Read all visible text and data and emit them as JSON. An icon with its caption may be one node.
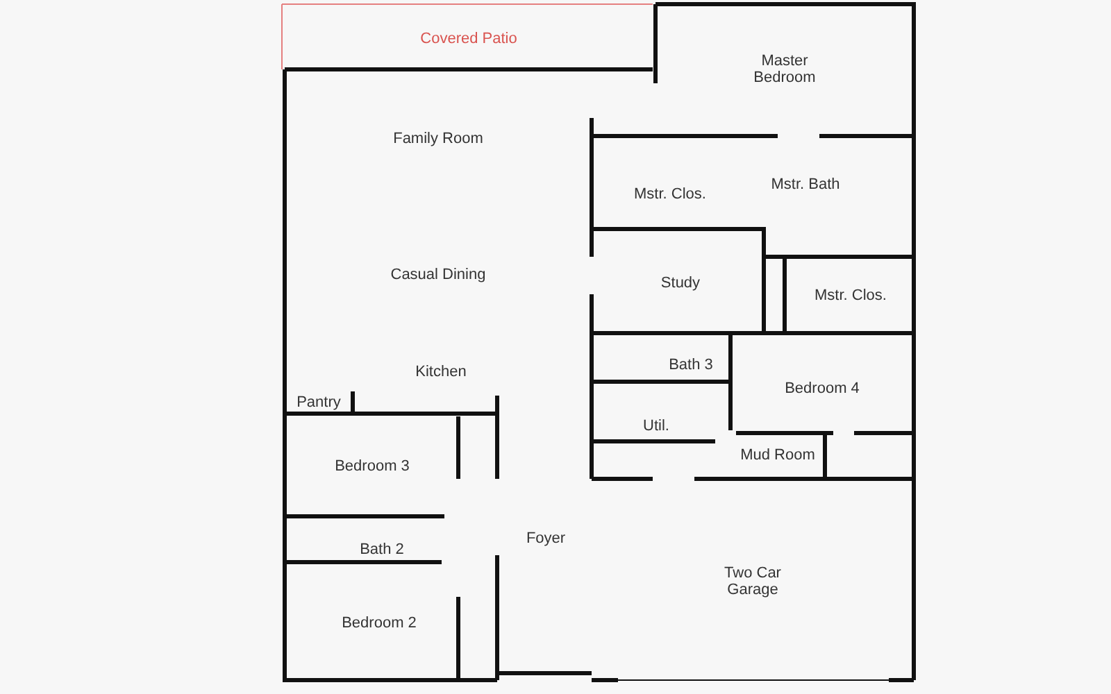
{
  "diagram": {
    "nodes": [
      {
        "text": [
          "Covered Patio"
        ]
      },
      {
        "text": [
          "Master Bedroom"
        ]
      },
      {
        "text": [
          "Family Room"
        ]
      },
      {
        "text": [
          "Mstr. Clos."
        ]
      },
      {
        "text": [
          "Mstr. Bath"
        ]
      },
      {
        "text": [
          "Casual Dining"
        ]
      },
      {
        "text": [
          "Study"
        ]
      },
      {
        "text": [
          "Mstr. Clos."
        ]
      },
      {
        "text": [
          "Bath 3"
        ]
      },
      {
        "text": [
          "Kitchen"
        ]
      },
      {
        "text": [
          "Bedroom 4"
        ]
      },
      {
        "text": [
          "Pantry"
        ]
      },
      {
        "text": [
          "Util."
        ]
      },
      {
        "text": [
          "Mud Room"
        ]
      },
      {
        "text": [
          "Bedroom 3"
        ]
      },
      {
        "text": [
          "Foyer"
        ]
      },
      {
        "text": [
          "Bath 2"
        ]
      },
      {
        "text": [
          "Two Car Garage"
        ]
      },
      {
        "text": [
          "Bedroom 2"
        ]
      }
    ],
    "edges": []
  }
}
